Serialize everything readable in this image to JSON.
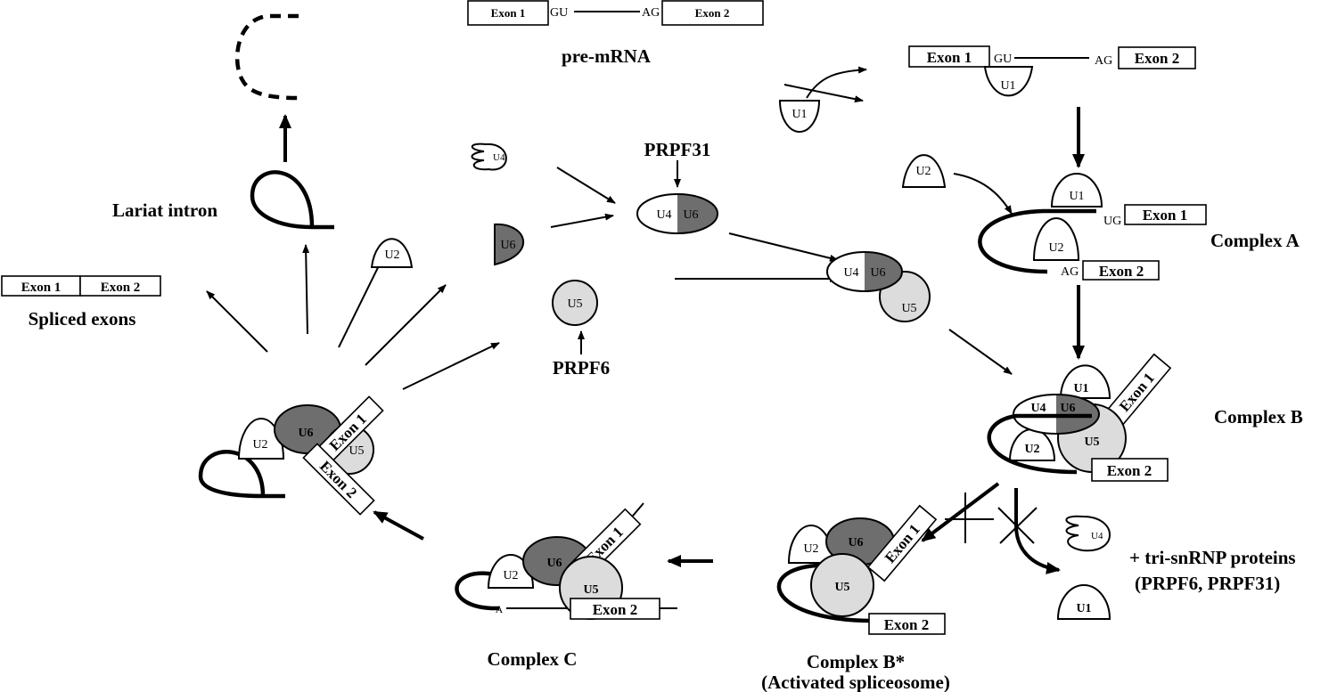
{
  "colors": {
    "u6": "#6e6e6e",
    "u5": "#dcdcdc",
    "white": "#ffffff",
    "line": "#000000"
  },
  "pre_mrna": {
    "exon1": "Exon 1",
    "exon2": "Exon 2",
    "gu": "GU",
    "ag": "AG",
    "label": "pre-mRNA"
  },
  "u1_free": "U1",
  "step1": {
    "exon1": "Exon 1",
    "exon2": "Exon 2",
    "gu": "GU",
    "ag": "AG",
    "u1": "U1"
  },
  "u2_free": "U2",
  "complex_a": {
    "label": "Complex A",
    "u1": "U1",
    "u2": "U2",
    "ug": "UG",
    "ag": "AG",
    "exon1": "Exon 1",
    "exon2": "Exon 2"
  },
  "complex_b": {
    "label": "Complex B",
    "u1": "U1",
    "u4": "U4",
    "u6": "U6",
    "u5": "U5",
    "u2": "U2",
    "exon1": "Exon 1",
    "exon2": "Exon 2"
  },
  "tri_assembly": {
    "u4": "U4",
    "u6": "U6",
    "u4u6_u4": "U4",
    "u4u6_u6": "U6",
    "prpf31": "PRPF31",
    "u5": "U5",
    "prpf6": "PRPF6",
    "tri_u4": "U4",
    "tri_u6": "U6",
    "tri_u5": "U5"
  },
  "release": {
    "u4": "U4",
    "u1": "U1",
    "line1": "+ tri-snRNP proteins",
    "line2": "(PRPF6, PRPF31)"
  },
  "complex_b_star": {
    "label": "Complex B*",
    "sublabel": "(Activated spliceosome)",
    "u2": "U2",
    "u6": "U6",
    "u5": "U5",
    "exon1": "Exon 1",
    "exon2": "Exon 2"
  },
  "complex_c": {
    "label": "Complex C",
    "u2": "U2",
    "u6": "U6",
    "u5": "U5",
    "a": "A",
    "exon1": "Exon 1",
    "exon2": "Exon 2"
  },
  "post": {
    "u2": "U2",
    "u6": "U6",
    "u5": "U5",
    "exon1": "Exon 1",
    "exon2": "Exon 2"
  },
  "products": {
    "lariat": "Lariat intron",
    "spliced_exon1": "Exon 1",
    "spliced_exon2": "Exon 2",
    "spliced": "Spliced exons",
    "free_u2": "U2"
  }
}
